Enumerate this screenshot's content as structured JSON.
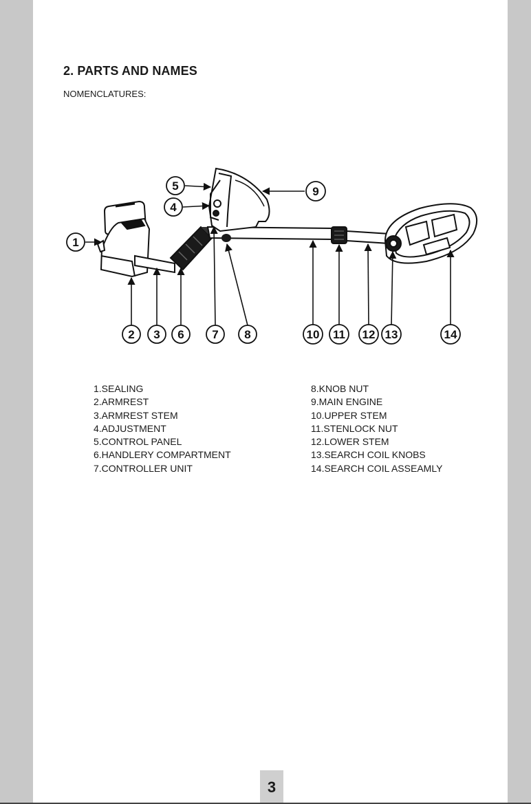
{
  "header": {
    "title": "2. PARTS AND NAMES",
    "subtitle": "NOMENCLATURES:"
  },
  "diagram": {
    "callouts": [
      "1",
      "2",
      "3",
      "4",
      "5",
      "6",
      "7",
      "8",
      "9",
      "10",
      "11",
      "12",
      "13",
      "14"
    ]
  },
  "parts_left": [
    "1.SEALING",
    "2.ARMREST",
    "3.ARMREST STEM",
    "4.ADJUSTMENT",
    "5.CONTROL PANEL",
    "6.HANDLERY COMPARTMENT",
    "7.CONTROLLER UNIT"
  ],
  "parts_right": [
    "8.KNOB NUT",
    "9.MAIN ENGINE",
    "10.UPPER STEM",
    "11.STENLOCK NUT",
    "12.LOWER STEM",
    "13.SEARCH COIL KNOBS",
    "14.SEARCH COIL ASSEAMLY"
  ],
  "footer": {
    "page_number": "3"
  },
  "colors": {
    "margin_gray": "#c8c8c8",
    "page_box_gray": "#cfcfcf",
    "ink": "#111111"
  }
}
